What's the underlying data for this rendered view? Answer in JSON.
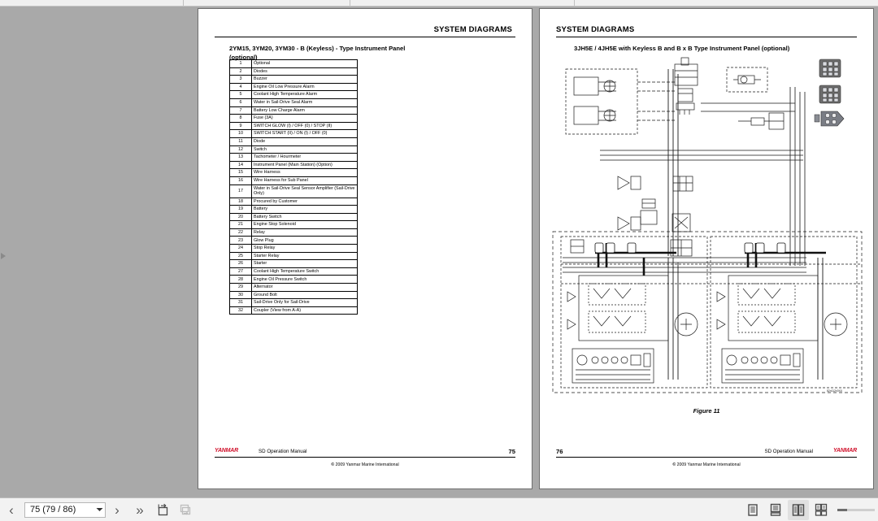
{
  "window": {
    "background_color": "#a9a9a9",
    "toolbar_background": "#f2f2f2"
  },
  "left_page": {
    "running_head": "SYSTEM DIAGRAMS",
    "section_title": "2YM15, 3YM20, 3YM30 - B (Keyless) - Type Instrument Panel (optional)",
    "legend_rows": [
      {
        "num": "1",
        "label": "Optional"
      },
      {
        "num": "2",
        "label": "Diodes"
      },
      {
        "num": "3",
        "label": "Buzzer"
      },
      {
        "num": "4",
        "label": "Engine Oil Low Pressure Alarm"
      },
      {
        "num": "5",
        "label": "Coolant High Temperature Alarm"
      },
      {
        "num": "6",
        "label": "Water in Sail-Drive Seal Alarm"
      },
      {
        "num": "7",
        "label": "Battery Low Charge Alarm"
      },
      {
        "num": "8",
        "label": "Fuse (3A)"
      },
      {
        "num": "9",
        "label": "SWITCH GLOW (I) / OFF (0) / STOP (II)"
      },
      {
        "num": "10",
        "label": "SWITCH START (II) / ON (I) / OFF (0)"
      },
      {
        "num": "11",
        "label": "Diode"
      },
      {
        "num": "12",
        "label": "Switch"
      },
      {
        "num": "13",
        "label": "Tachometer / Hourmeter"
      },
      {
        "num": "14",
        "label": "Instrument Panel (Main Station) (Option)"
      },
      {
        "num": "15",
        "label": "Wire Harness"
      },
      {
        "num": "16",
        "label": "Wire Harness for Sub Panel"
      },
      {
        "num": "17",
        "label": "Water in Sail-Drive Seal Sensor Amplifier (Sail-Drive Only)"
      },
      {
        "num": "18",
        "label": "Procured by Customer"
      },
      {
        "num": "19",
        "label": "Battery"
      },
      {
        "num": "20",
        "label": "Battery Switch"
      },
      {
        "num": "21",
        "label": "Engine Stop Solenoid"
      },
      {
        "num": "22",
        "label": "Relay"
      },
      {
        "num": "23",
        "label": "Glow Plug"
      },
      {
        "num": "24",
        "label": "Stop Relay"
      },
      {
        "num": "25",
        "label": "Starter Relay"
      },
      {
        "num": "26",
        "label": "Starter"
      },
      {
        "num": "27",
        "label": "Coolant High Temperature Switch"
      },
      {
        "num": "28",
        "label": "Engine Oil Pressure Switch"
      },
      {
        "num": "29",
        "label": "Alternator"
      },
      {
        "num": "30",
        "label": "Ground Bolt"
      },
      {
        "num": "31",
        "label": "Sail-Drive Only for Sail-Drive"
      },
      {
        "num": "32",
        "label": "Coupler (View from A-A)"
      }
    ],
    "footer": {
      "brand": "YANMAR",
      "manual": "SD Operation Manual",
      "page_number": "75",
      "copyright_symbol": "©",
      "copyright": " 2009 Yanmar Marine International"
    }
  },
  "right_page": {
    "running_head": "SYSTEM DIAGRAMS",
    "section_title": "3JH5E / 4JH5E with Keyless B and B x B Type Instrument Panel (optional)",
    "figure_caption": "Figure 11",
    "diagram_code": "82n112x0XX",
    "footer": {
      "brand": "YANMAR",
      "manual": "SD Operation Manual",
      "page_number": "76",
      "copyright_symbol": "©",
      "copyright": " 2009 Yanmar Marine International"
    }
  },
  "toolbar": {
    "prev_page_label": "‹",
    "page_indicator": "75 (79 / 86)",
    "next_page_label": "›",
    "last_page_label": "»",
    "fit_page_title": "Fit page",
    "fit_width_title": "Fit width",
    "view_single_page": "single-page-view",
    "view_continuous": "continuous-view",
    "view_two_page": "two-page-view",
    "view_two_page_continuous": "two-page-continuous-view",
    "zoom_level": "25"
  }
}
